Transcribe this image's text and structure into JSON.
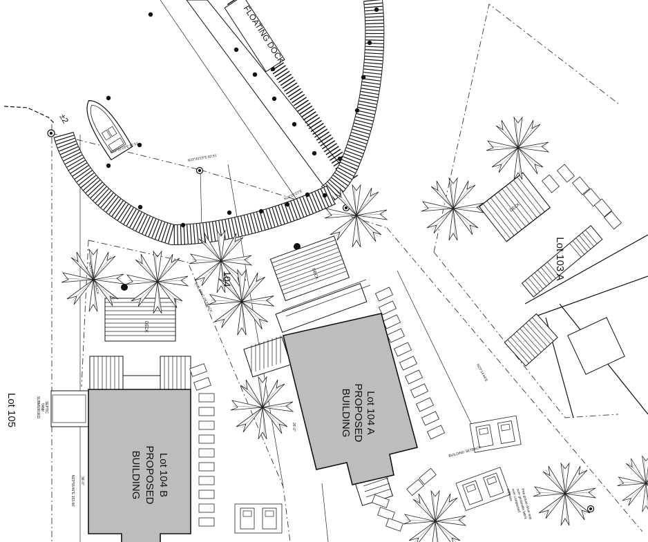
{
  "labels": {
    "floating_dock": "FLOATING DOCK",
    "lot_105": "Lot 105",
    "lot_103a": "Lot 103 A",
    "lot_104": "104",
    "lot_104a": [
      "Lot 104 A",
      "PROPOSED",
      "BUILDING"
    ],
    "lot_104b": [
      "Lot 104 B",
      "PROPOSED",
      "BUILDING"
    ],
    "deck": "DECK",
    "building_setback": "BUILDING SETBACK",
    "septic_tank": [
      "SEPTIC",
      "TANK",
      "SUBMERGED"
    ],
    "driveway_note": [
      "Pea gravel drive way",
      "over geotextile fabric",
      "over compacted",
      "subbase"
    ],
    "dims": {
      "d1": "N23°20'23\"E 82.51'",
      "d2": "N23°20'23\"E 82.51'",
      "d3": "N23°20'23\"E",
      "d4": "N23°55'46\"E 153.66'",
      "d5": "N23°14'49\"E",
      "d6": "±2",
      "d7": "36'-0\"",
      "d8": "26'-0\""
    }
  },
  "colors": {
    "building": "#bdbdbd",
    "line": "#111111",
    "background": "#ffffff"
  },
  "icons": [
    "palm-tree-icon",
    "boat-icon",
    "survey-marker-icon",
    "vehicle-icon"
  ]
}
